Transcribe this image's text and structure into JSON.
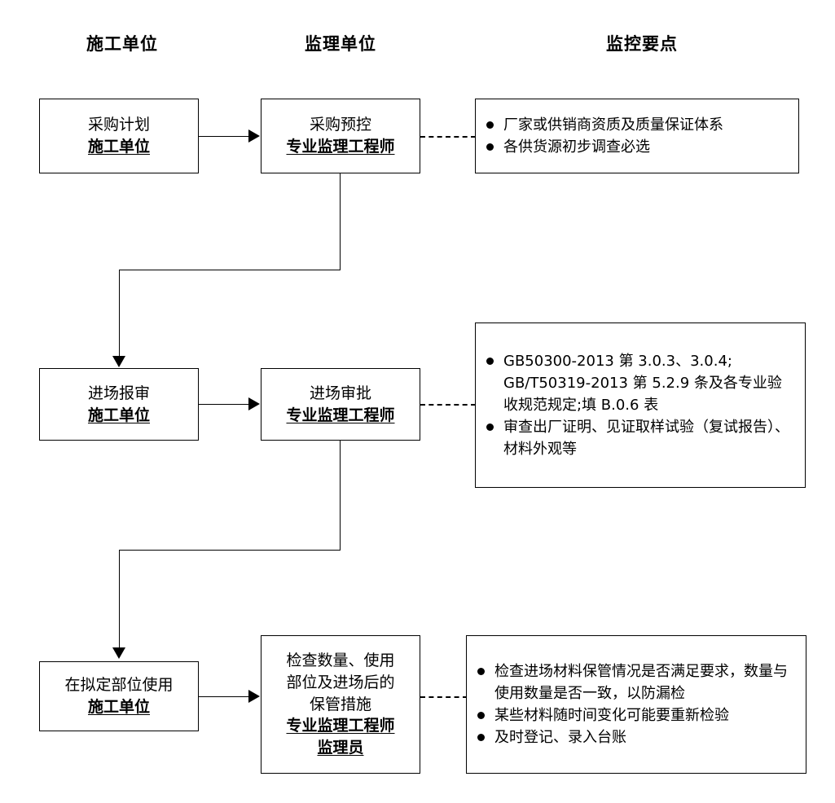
{
  "headers": [
    {
      "label": "施工单位"
    },
    {
      "label": "监理单位"
    },
    {
      "label": "监控要点"
    }
  ],
  "nodes": {
    "r1_left": {
      "title": "采购计划",
      "role": "施工单位"
    },
    "r1_mid": {
      "title": "采购预控",
      "role": "专业监理工程师"
    },
    "r2_left": {
      "title": "进场报审",
      "role": "施工单位"
    },
    "r2_mid": {
      "title": "进场审批",
      "role": "专业监理工程师"
    },
    "r3_left": {
      "title": "在拟定部位使用",
      "role": "施工单位"
    },
    "r3_mid": {
      "title_l1": "检查数量、使用",
      "title_l2": "部位及进场后的",
      "title_l3": "保管措施",
      "role1": "专业监理工程师",
      "role2": "监理员"
    }
  },
  "notes": {
    "row1": [
      {
        "text": "厂家或供销商资质及质量保证体系"
      },
      {
        "text": "各供货源初步调查必选"
      }
    ],
    "row2": [
      {
        "text": "GB50300-2013 第 3.0.3、3.0.4; GB/T50319-2013 第 5.2.9 条及各专业验收规范规定;填 B.0.6 表"
      },
      {
        "text": "审查出厂证明、见证取样试验（复试报告）、材料外观等"
      }
    ],
    "row3": [
      {
        "text": "检查进场材料保管情况是否满足要求，数量与使用数量是否一致，以防漏检"
      },
      {
        "text": "某些材料随时间变化可能要重新检验"
      },
      {
        "text": "及时登记、录入台账"
      }
    ]
  },
  "colors": {
    "line": "#000000",
    "background": "#ffffff",
    "text": "#000000"
  }
}
